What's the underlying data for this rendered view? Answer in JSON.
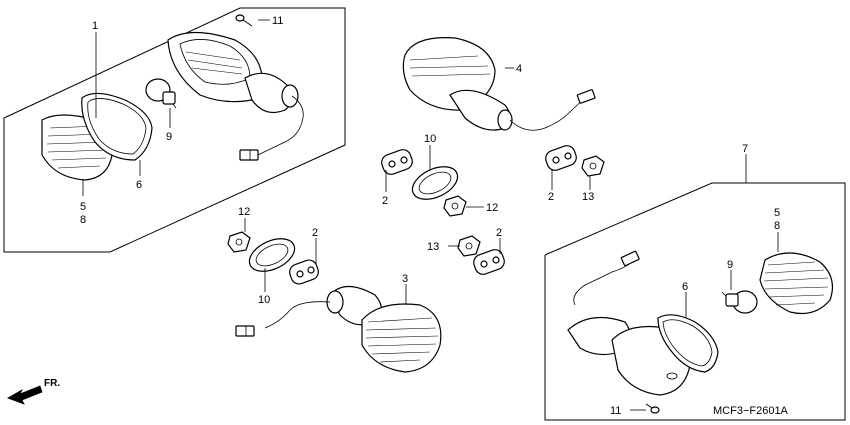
{
  "diagram_code": "MCF3−F2601A",
  "direction_label": "FR.",
  "callouts": {
    "c1": "1",
    "c2a": "2",
    "c2b": "2",
    "c2c": "2",
    "c2d": "2",
    "c3": "3",
    "c4": "4",
    "c5a": "5",
    "c8a": "8",
    "c5b": "5",
    "c8b": "8",
    "c6a": "6",
    "c6b": "6",
    "c7": "7",
    "c9a": "9",
    "c9b": "9",
    "c10a": "10",
    "c10b": "10",
    "c11a": "11",
    "c11b": "11",
    "c12a": "12",
    "c12b": "12",
    "c13a": "13",
    "c13b": "13"
  }
}
